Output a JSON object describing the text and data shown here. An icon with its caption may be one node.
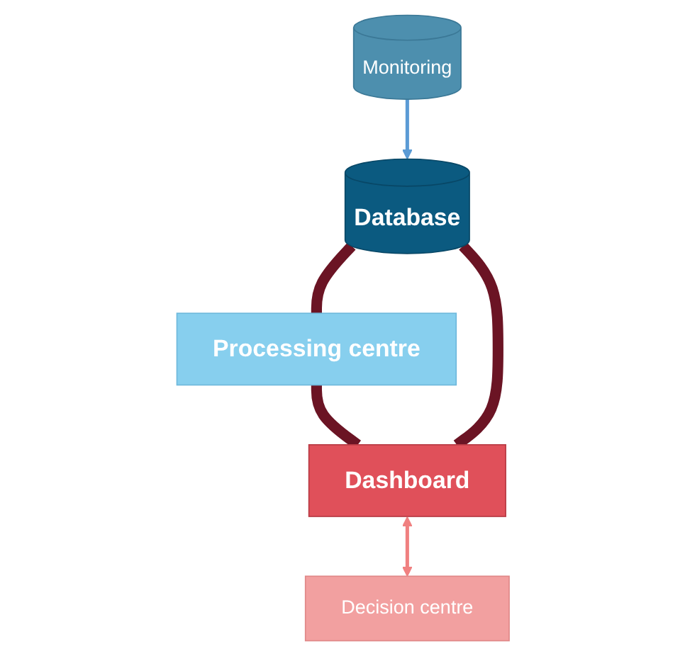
{
  "diagram": {
    "nodes": [
      {
        "text": [
          "Monitoring"
        ]
      },
      {
        "text": [
          "Database"
        ]
      },
      {
        "text": [
          "Processing centre"
        ]
      },
      {
        "text": [
          "Dashboard"
        ]
      },
      {
        "text": [
          "Decision centre"
        ]
      }
    ],
    "edges": [
      {
        "from": 0,
        "to": 1,
        "arrow": "to",
        "color": "#5b9bd5"
      },
      {
        "from": 1,
        "to": 2,
        "arrow": "none"
      },
      {
        "from": 2,
        "to": 3,
        "arrow": "none"
      },
      {
        "from": 3,
        "to": 1,
        "arrow": "none"
      },
      {
        "from": 3,
        "to": 4,
        "arrow": "both",
        "color": "#f08080"
      }
    ]
  }
}
